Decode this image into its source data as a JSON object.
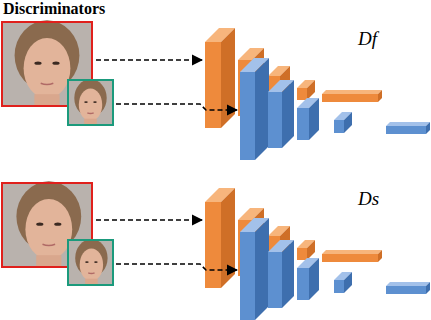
{
  "diagram": {
    "title": "Discriminators",
    "labels": [
      "Df",
      "Ds"
    ]
  }
}
